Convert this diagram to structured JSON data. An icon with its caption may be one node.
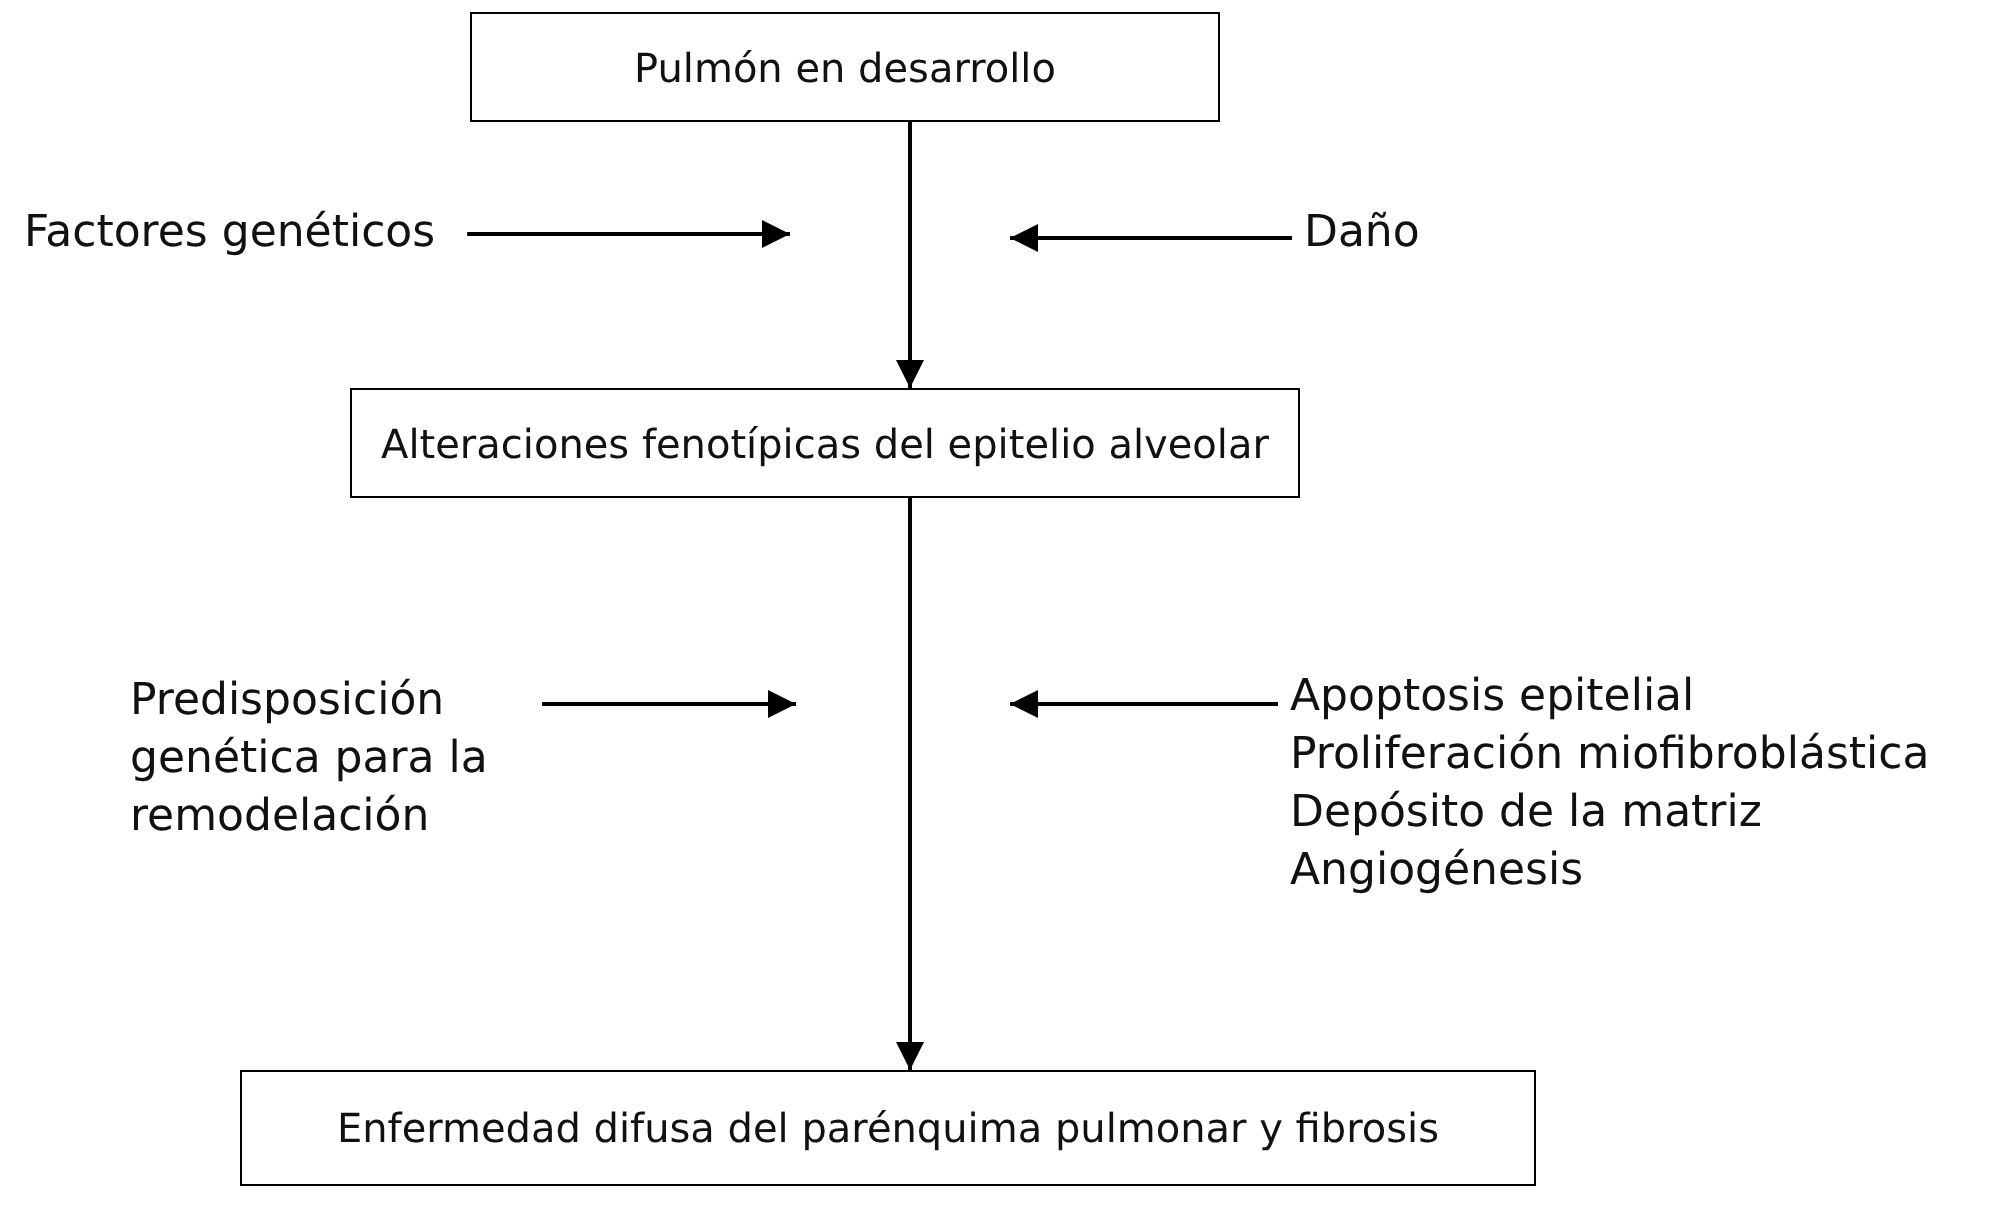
{
  "diagram": {
    "nodes": [
      {
        "text": [
          "Pulmón en desarrollo"
        ]
      },
      {
        "text": [
          "Factores genéticos"
        ]
      },
      {
        "text": [
          "Daño"
        ]
      },
      {
        "text": [
          "Alteraciones fenotípicas del epitelio alveolar"
        ]
      },
      {
        "text": [
          "Predisposición genética para la remodelación"
        ]
      },
      {
        "text": [
          "Apoptosis epitelial",
          "Proliferación miofibroblástica",
          "Depósito de la matriz",
          "Angiogénesis"
        ]
      },
      {
        "text": [
          "Enfermedad difusa del parénquima pulmonar y fibrosis"
        ]
      }
    ],
    "edges": [
      {
        "from": 0,
        "to": 3,
        "arrow": "to"
      },
      {
        "from": 1,
        "to": null,
        "arrow": "to"
      },
      {
        "from": 2,
        "to": null,
        "arrow": "to"
      },
      {
        "from": 3,
        "to": 6,
        "arrow": "to"
      },
      {
        "from": 4,
        "to": null,
        "arrow": "to"
      },
      {
        "from": 5,
        "to": null,
        "arrow": "to"
      }
    ]
  }
}
